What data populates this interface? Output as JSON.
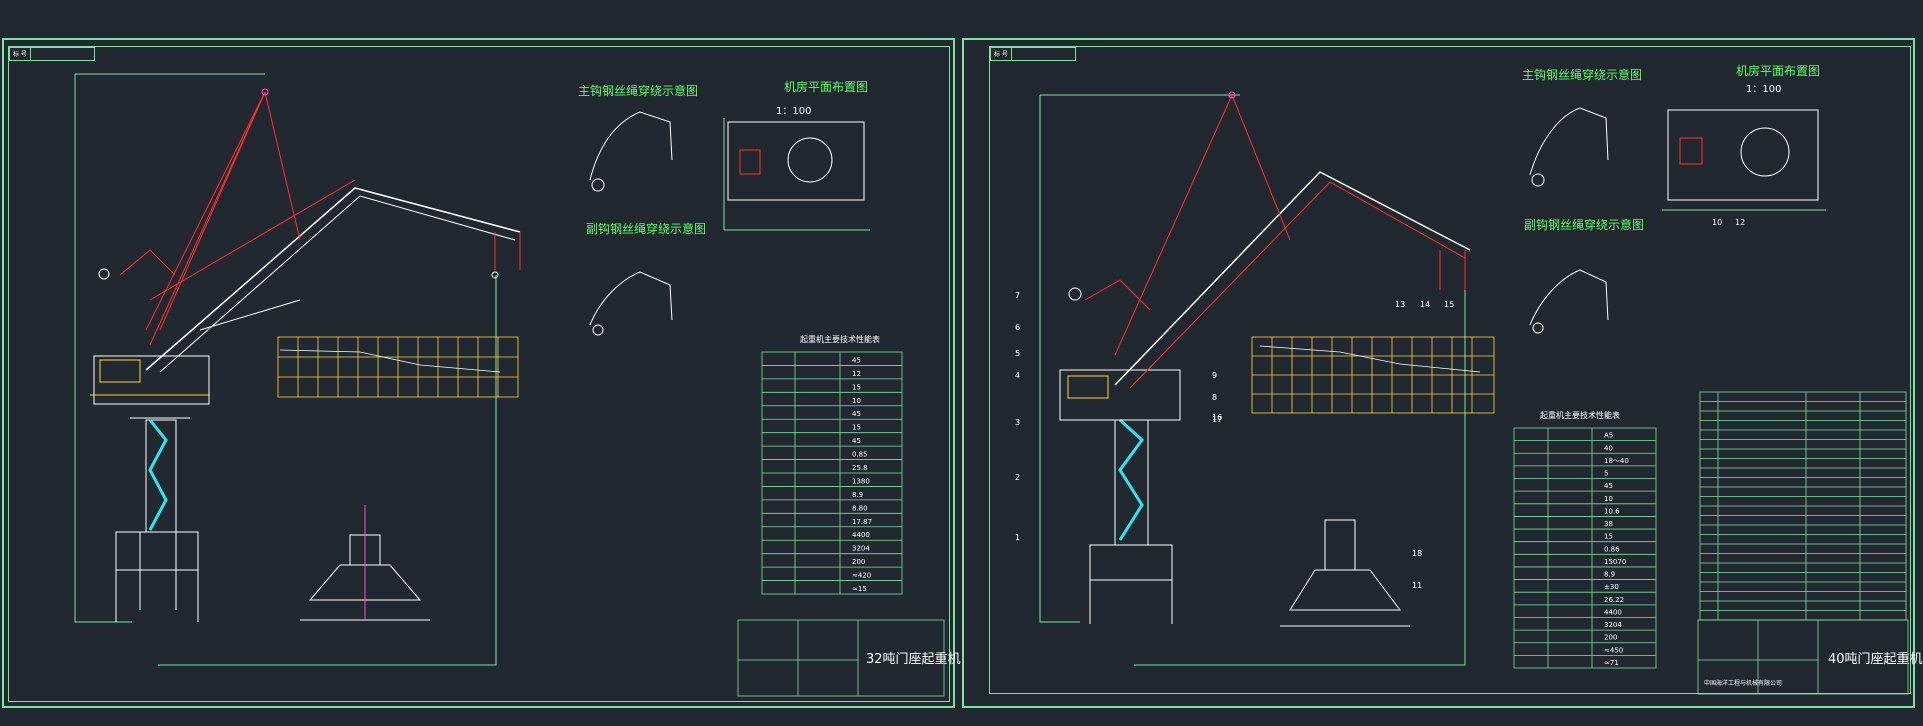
{
  "drawing_left": {
    "sheet_tag": "标 号",
    "rope_main_title": "主钩钢丝绳穿绕示意图",
    "rope_aux_title": "副钩钢丝绳穿绕示意图",
    "machine_room_title": "机房平面布置图",
    "machine_room_scale": "1：100",
    "tech_table_title": "起重机主要技术性能表",
    "drawing_name": "32吨门座起重机",
    "tech_rows": [
      "45",
      "12",
      "15",
      "10",
      "45",
      "15",
      "45",
      "0.85",
      "25.8",
      "1380",
      "8.9",
      "8.80",
      "17.87",
      "4400",
      "3204",
      "200",
      "≈420",
      "≈15"
    ]
  },
  "drawing_right": {
    "sheet_tag": "标 号",
    "rope_main_title": "主钩钢丝绳穿绕示意图",
    "rope_aux_title": "副钩钢丝绳穿绕示意图",
    "machine_room_title": "机房平面布置图",
    "machine_room_scale": "1：100",
    "tech_table_title": "起重机主要技术性能表",
    "drawing_name": "40吨门座起重机",
    "company": "中国海洋工程与机械有限公司",
    "part_numbers": [
      "1",
      "2",
      "3",
      "4",
      "5",
      "6",
      "7",
      "8",
      "9",
      "10",
      "11",
      "12",
      "13",
      "14",
      "15",
      "16",
      "17",
      "18"
    ],
    "tech_rows": [
      "A5",
      "40",
      "18～40",
      "5",
      "45",
      "10",
      "10.6",
      "38",
      "15",
      "0.86",
      "15070",
      "8.9",
      "±30",
      "26.22",
      "4400",
      "3204",
      "200",
      "≈450",
      "≈71"
    ]
  },
  "colors": {
    "background": "#212830",
    "frame": "#7fe3a0",
    "crane_red": "#ff3030",
    "crane_white": "#ffffff",
    "stair_cyan": "#2fe6f0",
    "chart_yellow": "#ffd640",
    "label_green": "#5dff6a",
    "magenta": "#ff4bd8"
  }
}
